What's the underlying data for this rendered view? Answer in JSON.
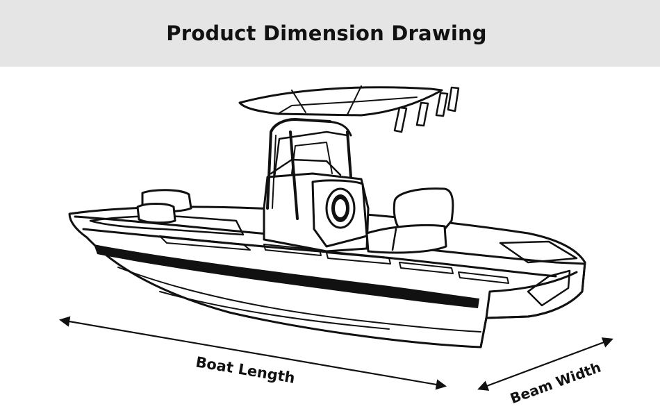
{
  "header": {
    "title": "Product Dimension Drawing"
  },
  "labels": {
    "length": "Boat Length",
    "beam": "Beam Width"
  }
}
